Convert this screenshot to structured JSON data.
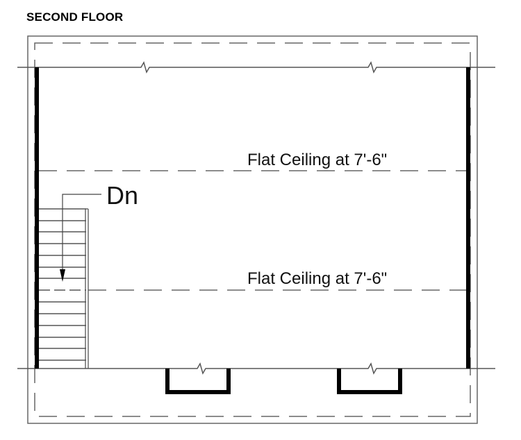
{
  "title": "SECOND FLOOR",
  "labels": {
    "ceiling_upper": "Flat Ceiling at 7'-6\"",
    "ceiling_lower": "Flat Ceiling at 7'-6\"",
    "stairs": "Dn"
  },
  "colors": {
    "line": "#555555",
    "wall": "#000000",
    "background": "#ffffff"
  }
}
